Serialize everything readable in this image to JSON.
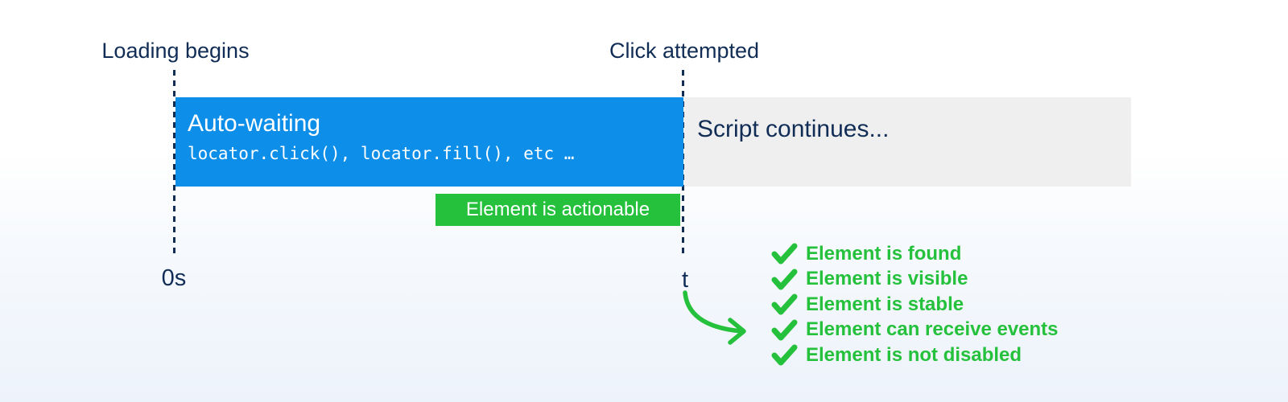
{
  "timeline": {
    "loading_label": "Loading begins",
    "click_label": "Click attempted",
    "start_tick": "0s",
    "end_tick": "t",
    "auto_waiting": {
      "title": "Auto-waiting",
      "code": "locator.click(), locator.fill(), etc …"
    },
    "script_continues": "Script continues...",
    "badge": "Element is actionable"
  },
  "checklist": {
    "items": [
      "Element is found",
      "Element is visible",
      "Element is stable",
      "Element can receive events",
      "Element is not disabled"
    ]
  },
  "colors": {
    "navy": "#112d56",
    "blue": "#0d8ee9",
    "gray": "#efefef",
    "green": "#25c13c",
    "background_bottom": "#edf3fb"
  }
}
